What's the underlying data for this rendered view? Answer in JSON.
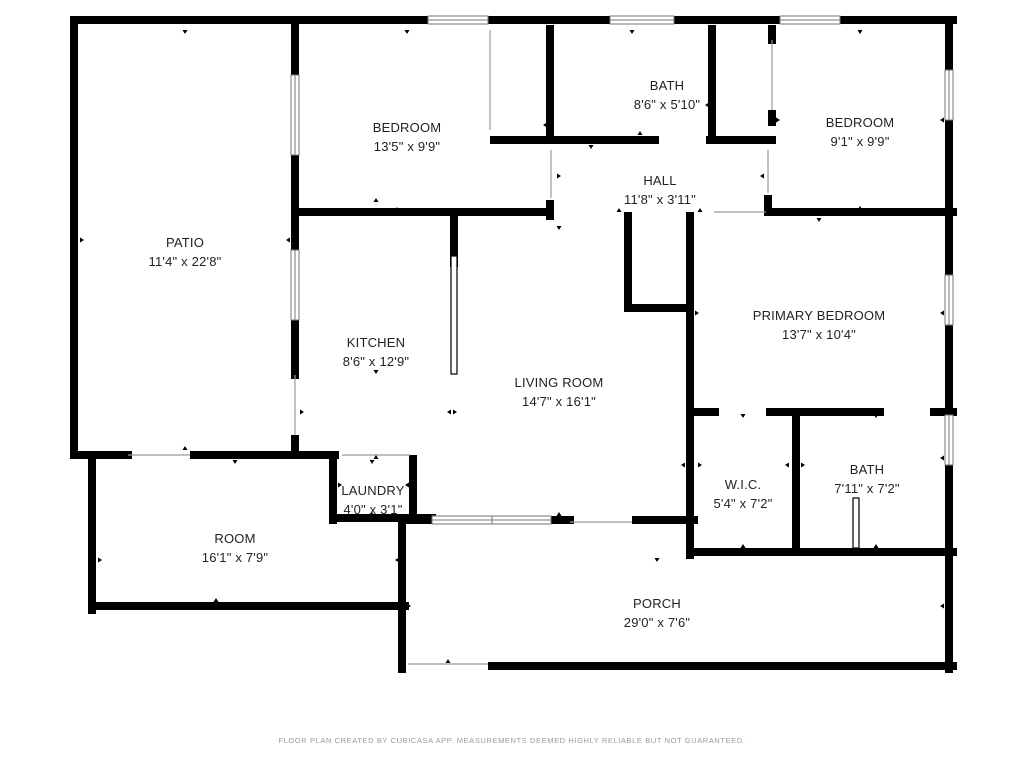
{
  "rooms": {
    "patio": {
      "name": "PATIO",
      "dim": "11'4\" x 22'8\""
    },
    "bedroom_left": {
      "name": "BEDROOM",
      "dim": "13'5\" x 9'9\""
    },
    "bath_top": {
      "name": "BATH",
      "dim": "8'6\" x 5'10\""
    },
    "bedroom_right": {
      "name": "BEDROOM",
      "dim": "9'1\" x 9'9\""
    },
    "hall": {
      "name": "HALL",
      "dim": "11'8\" x 3'11\""
    },
    "kitchen": {
      "name": "KITCHEN",
      "dim": "8'6\" x 12'9\""
    },
    "living_room": {
      "name": "LIVING ROOM",
      "dim": "14'7\" x 16'1\""
    },
    "primary_bedroom": {
      "name": "PRIMARY BEDROOM",
      "dim": "13'7\" x 10'4\""
    },
    "wic": {
      "name": "W.I.C.",
      "dim": "5'4\" x 7'2\""
    },
    "bath_primary": {
      "name": "BATH",
      "dim": "7'11\" x 7'2\""
    },
    "laundry": {
      "name": "LAUNDRY",
      "dim": "4'0\" x 3'1\""
    },
    "room": {
      "name": "ROOM",
      "dim": "16'1\" x 7'9\""
    },
    "porch": {
      "name": "PORCH",
      "dim": "29'0\" x 7'6\""
    }
  },
  "footer": "FLOOR PLAN CREATED BY CUBICASA APP. MEASUREMENTS DEEMED HIGHLY RELIABLE BUT NOT GUARANTEED.",
  "colors": {
    "wall": "#000000",
    "window": "#9a9a9a",
    "text": "#222222",
    "footer": "#9a9a9a"
  }
}
